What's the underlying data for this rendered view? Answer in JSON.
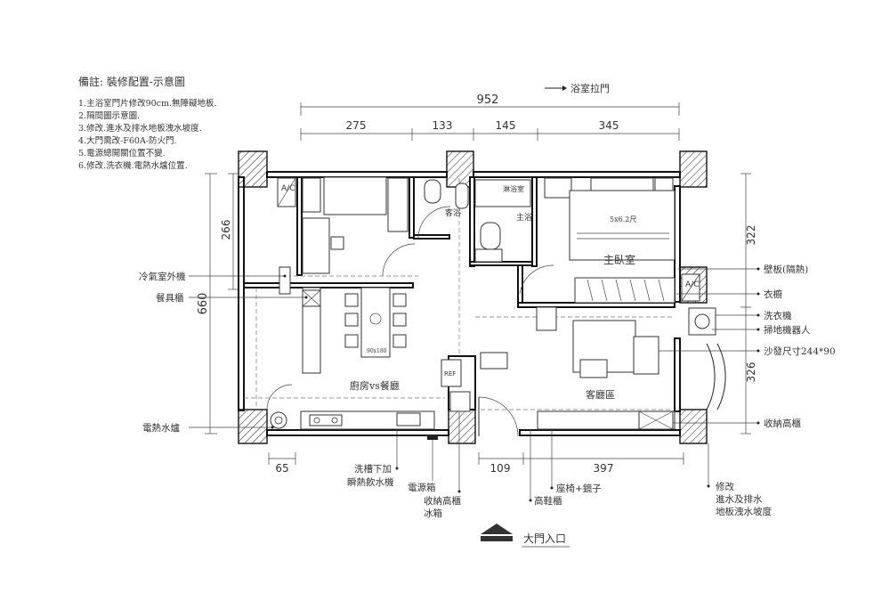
{
  "notes": {
    "title": "備註: 裝修配置-示意圖",
    "items": [
      "1.主浴室門片修改90cm.無障礙地板.",
      "2.隔間圖示意圖.",
      "3.修改.進水及排水地板洩水坡度.",
      "4.大門需改-F60A-防火門.",
      "5.電源總開關位置不變.",
      "6.修改.洗衣機.電熱水爐位置."
    ]
  },
  "legend": {
    "sliding_door": "浴室拉門"
  },
  "dimensions": {
    "overall_width": "952",
    "top_segments": [
      "275",
      "133",
      "145",
      "345"
    ],
    "left_top": "266",
    "left_overall": "660",
    "right_top": "322",
    "right_bottom": "326",
    "bottom_left": "65",
    "bottom_mid": "109",
    "bottom_right": "397"
  },
  "rooms": {
    "master_bedroom": "主臥室",
    "kitchen_dining": "廚房vs餐廳",
    "living_room": "客廳區",
    "guest_bath": "客浴",
    "master_bath": "主浴",
    "shower": "淋浴室",
    "ac_left": "A/C",
    "ac_right": "A/C",
    "bed_size": "5x6.2尺",
    "table_size": "90x180",
    "fridge": "REF"
  },
  "left_labels": [
    "冷氣室外機",
    "餐具櫃",
    "電熱水爐"
  ],
  "right_labels": [
    "壁板(隔熱)",
    "衣櫥",
    "洗衣機",
    "掃地機器人",
    "沙發尺寸244*90",
    "收納高櫃"
  ],
  "bottom_labels": {
    "sink": [
      "洗槽下加",
      "瞬熱飲水機"
    ],
    "power_box": "電源箱",
    "storage_fridge": [
      "收納高櫃",
      "冰箱"
    ],
    "bench_mirror": "座椅+鏡子",
    "shoe_cabinet": "高鞋櫃",
    "drain_note": [
      "修改",
      "進水及排水",
      "地板洩水坡度"
    ]
  },
  "entrance": "大門入口"
}
